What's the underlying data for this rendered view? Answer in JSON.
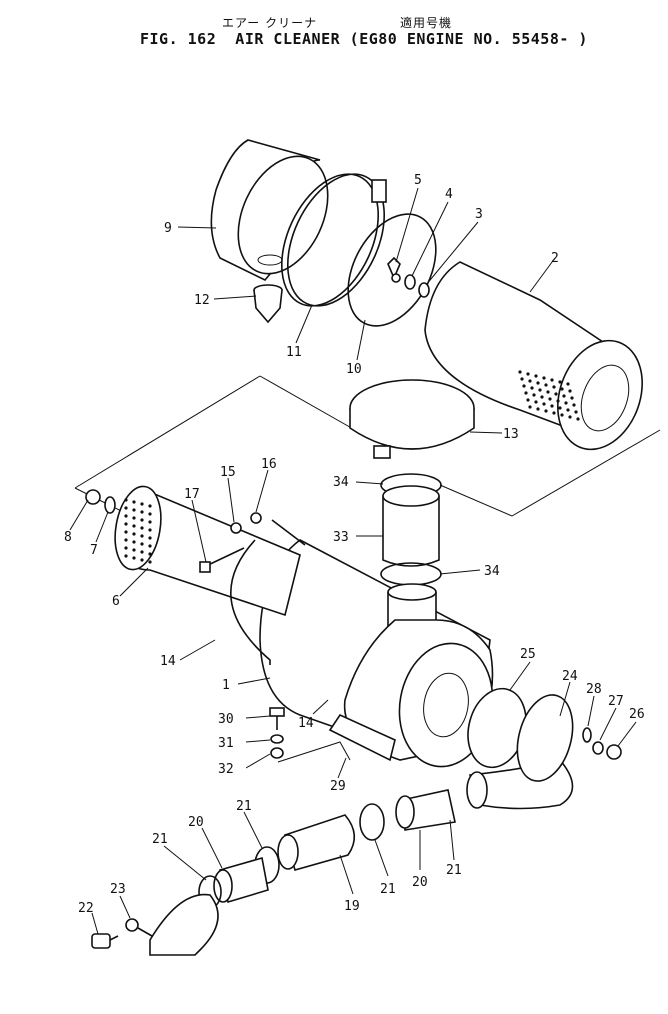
{
  "title": {
    "jp_part": "エアー クリーナ",
    "jp_applicable": "適用号機",
    "main": "FIG. 162  AIR CLEANER (EG80 ENGINE NO. 55458- )"
  },
  "callouts": [
    {
      "id": "c1",
      "text": "1"
    },
    {
      "id": "c2",
      "text": "2"
    },
    {
      "id": "c3",
      "text": "3"
    },
    {
      "id": "c4",
      "text": "4"
    },
    {
      "id": "c5",
      "text": "5"
    },
    {
      "id": "c6",
      "text": "6"
    },
    {
      "id": "c7",
      "text": "7"
    },
    {
      "id": "c8",
      "text": "8"
    },
    {
      "id": "c9",
      "text": "9"
    },
    {
      "id": "c10",
      "text": "10"
    },
    {
      "id": "c11",
      "text": "11"
    },
    {
      "id": "c12",
      "text": "12"
    },
    {
      "id": "c13",
      "text": "13"
    },
    {
      "id": "c14a",
      "text": "14"
    },
    {
      "id": "c14b",
      "text": "14"
    },
    {
      "id": "c15",
      "text": "15"
    },
    {
      "id": "c16",
      "text": "16"
    },
    {
      "id": "c17",
      "text": "17"
    },
    {
      "id": "c19",
      "text": "19"
    },
    {
      "id": "c20a",
      "text": "20"
    },
    {
      "id": "c20b",
      "text": "20"
    },
    {
      "id": "c21a",
      "text": "21"
    },
    {
      "id": "c21b",
      "text": "21"
    },
    {
      "id": "c21c",
      "text": "21"
    },
    {
      "id": "c21d",
      "text": "21"
    },
    {
      "id": "c22",
      "text": "22"
    },
    {
      "id": "c23",
      "text": "23"
    },
    {
      "id": "c24",
      "text": "24"
    },
    {
      "id": "c25",
      "text": "25"
    },
    {
      "id": "c26",
      "text": "26"
    },
    {
      "id": "c27",
      "text": "27"
    },
    {
      "id": "c28",
      "text": "28"
    },
    {
      "id": "c29",
      "text": "29"
    },
    {
      "id": "c30",
      "text": "30"
    },
    {
      "id": "c31",
      "text": "31"
    },
    {
      "id": "c32",
      "text": "32"
    },
    {
      "id": "c33",
      "text": "33"
    },
    {
      "id": "c34a",
      "text": "34"
    },
    {
      "id": "c34b",
      "text": "34"
    }
  ]
}
